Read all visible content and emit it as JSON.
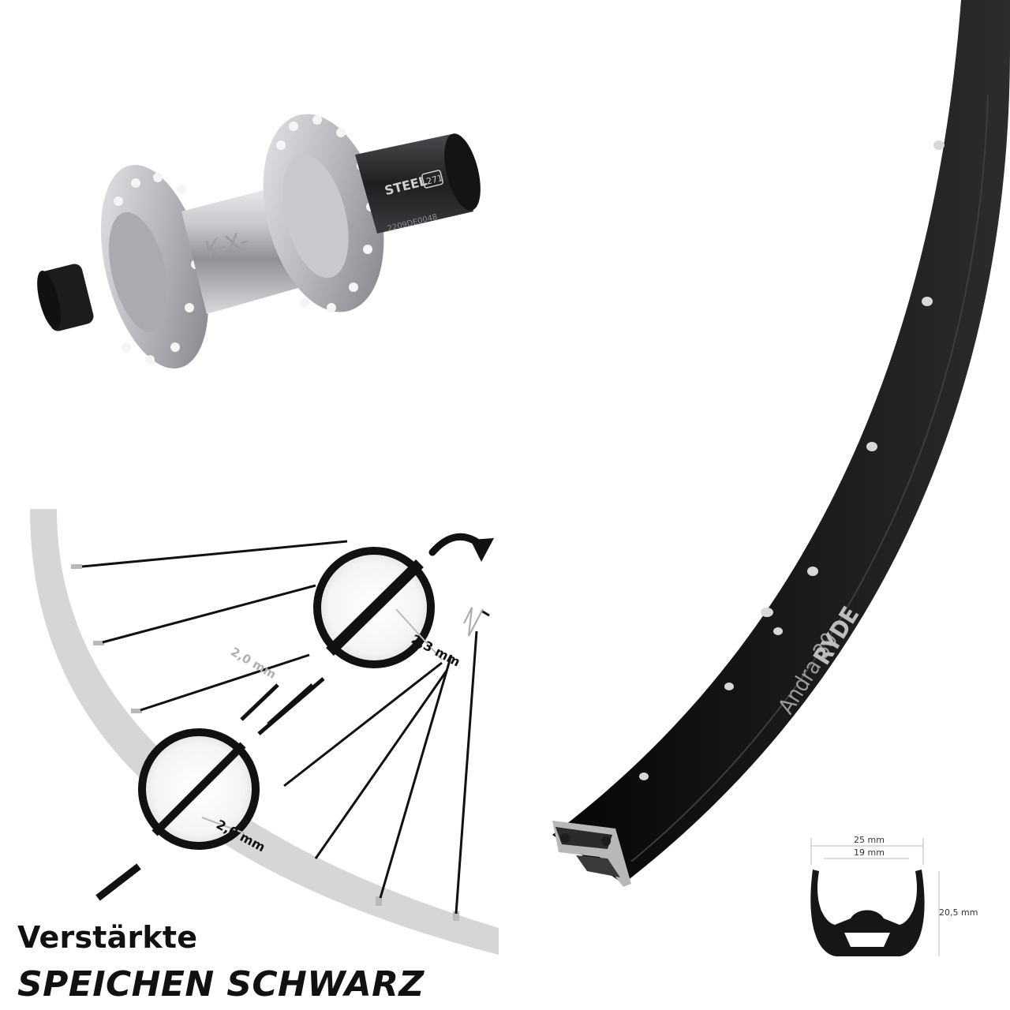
{
  "caption": {
    "line1": "Verstärkte",
    "line2": "SPEICHEN SCHWARZ"
  },
  "hub": {
    "body_text": "K-X-",
    "cassette_marking": "STEEL",
    "cassette_badge": "271",
    "serial": "2209DE0048",
    "hub_color": "#c8c9cc",
    "cassette_color": "#2a2a2c"
  },
  "spoke_diagram": {
    "thick_label": "2,3 mm",
    "thin_label_middle": "2,0 mm",
    "thin_label_lens": "2,0 mm",
    "spoke_color": "#111111",
    "rim_arc_color": "#d4d4d4"
  },
  "rim": {
    "brand": "RYDE",
    "model": "Andra 30",
    "color": "#141414",
    "profile_color": "#b8b8ba"
  },
  "rim_profile": {
    "outer_width": "25 mm",
    "inner_width": "19 mm",
    "height": "20,5 mm"
  }
}
